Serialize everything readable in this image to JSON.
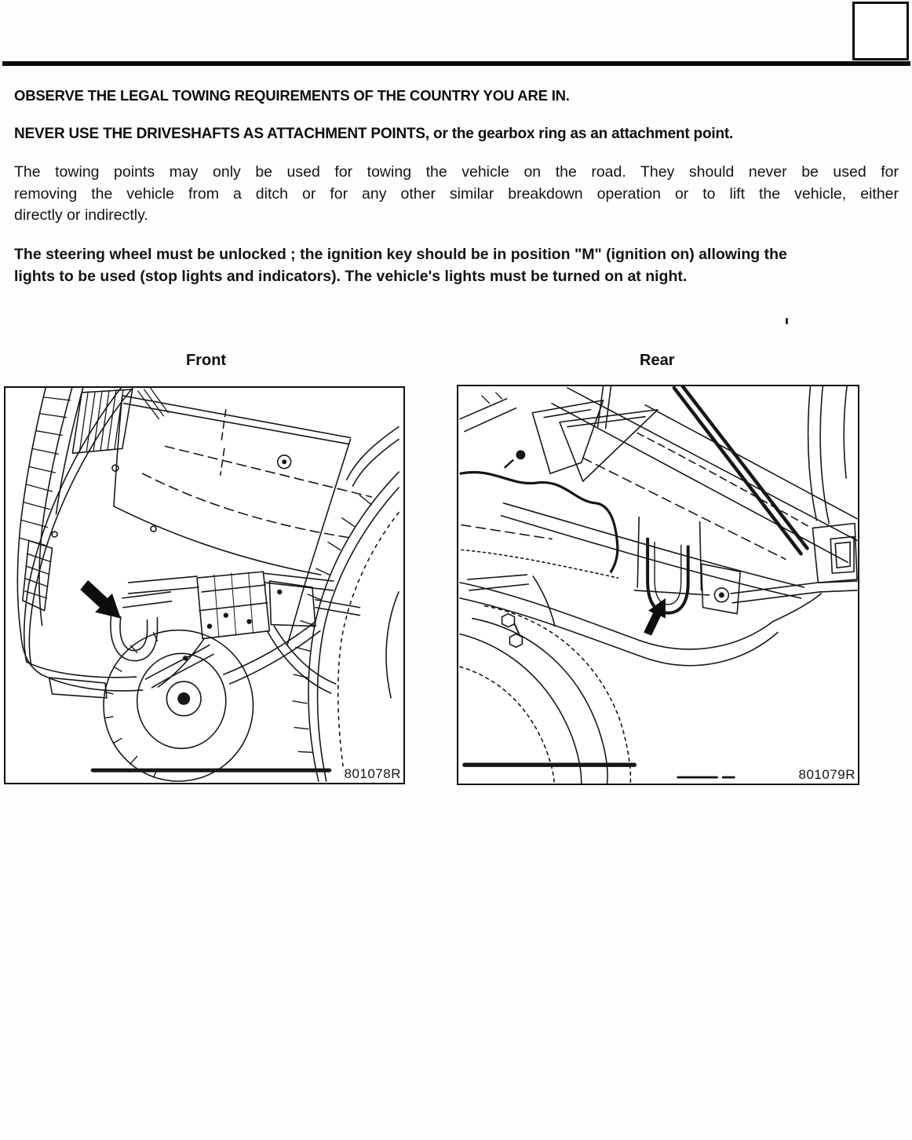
{
  "colors": {
    "paper": "#fefefe",
    "ink": "#141414",
    "rule": "#0c0c0c"
  },
  "document": {
    "heading1": "OBSERVE THE LEGAL TOWING REQUIREMENTS OF THE COUNTRY YOU ARE IN.",
    "heading2": "NEVER USE THE DRIVESHAFTS AS ATTACHMENT POINTS, or the gearbox ring as an attachment point.",
    "paragraph1_lines": [
      "The towing points may only be used for towing the vehicle on the road. They should never be used for",
      "removing the vehicle from a ditch or for any other similar breakdown operation or to lift the vehicle, either",
      "directly or indirectly."
    ],
    "paragraph2_lines": [
      "The steering wheel must be unlocked ; the ignition key should be in position \"M\" (ignition on) allowing the",
      "lights to be used (stop lights and indicators). The vehicle's lights must be turned on at night."
    ]
  },
  "figures": [
    {
      "label": "Front",
      "ref": "801078R"
    },
    {
      "label": "Rear",
      "ref": "801079R"
    }
  ]
}
